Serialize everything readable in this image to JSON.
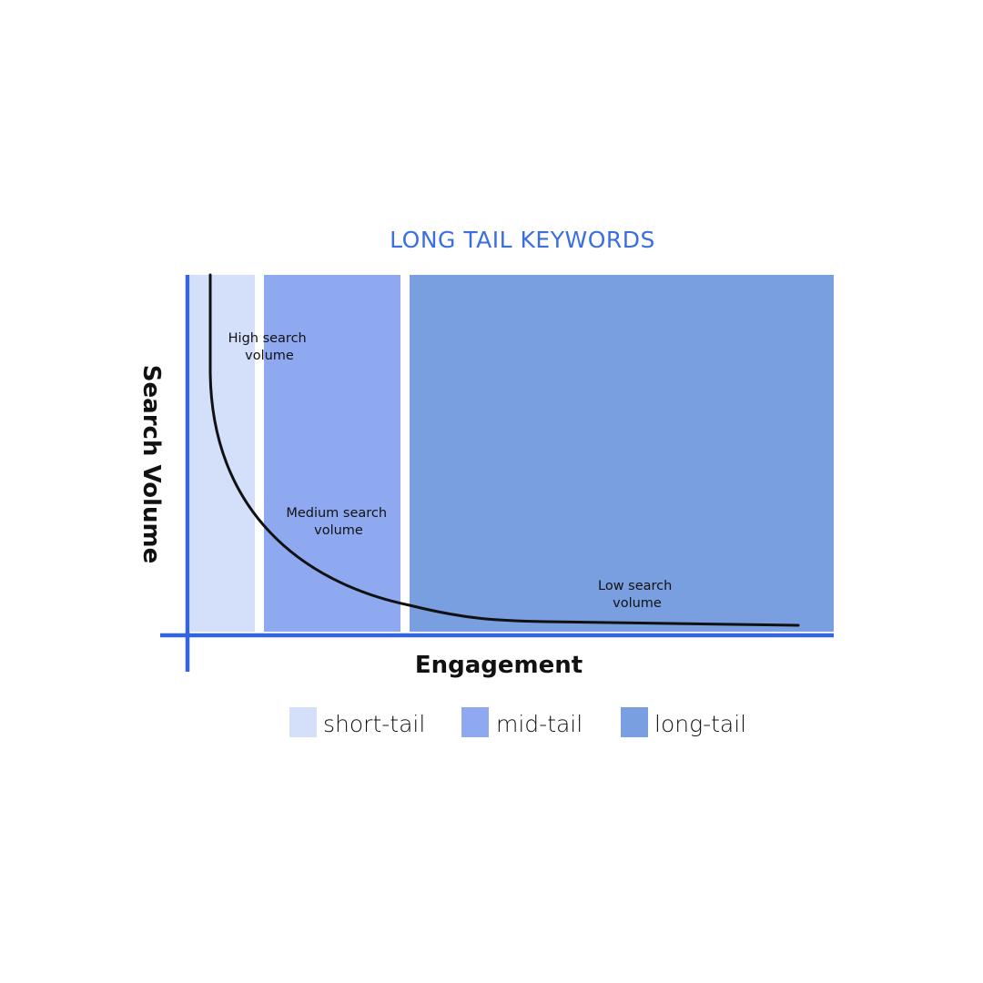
{
  "title": "LONG TAIL KEYWORDS",
  "y_axis_label": "Search Volume",
  "x_axis_label": "Engagement",
  "colors": {
    "title": "#3b6ee0",
    "axis": "#3366dd",
    "curve": "#111111",
    "text": "#111111",
    "short_tail": "#d4dff9",
    "mid_tail": "#8ea9f0",
    "long_tail": "#799fe0"
  },
  "regions": [
    {
      "key": "short_tail",
      "annotation": [
        "High search",
        "volume"
      ]
    },
    {
      "key": "mid_tail",
      "annotation": [
        "Medium search",
        "volume"
      ]
    },
    {
      "key": "long_tail",
      "annotation": [
        "Low search",
        "volume"
      ]
    }
  ],
  "legend": [
    {
      "key": "short_tail",
      "label": "short-tail"
    },
    {
      "key": "mid_tail",
      "label": "mid-tail"
    },
    {
      "key": "long_tail",
      "label": "long-tail"
    }
  ]
}
